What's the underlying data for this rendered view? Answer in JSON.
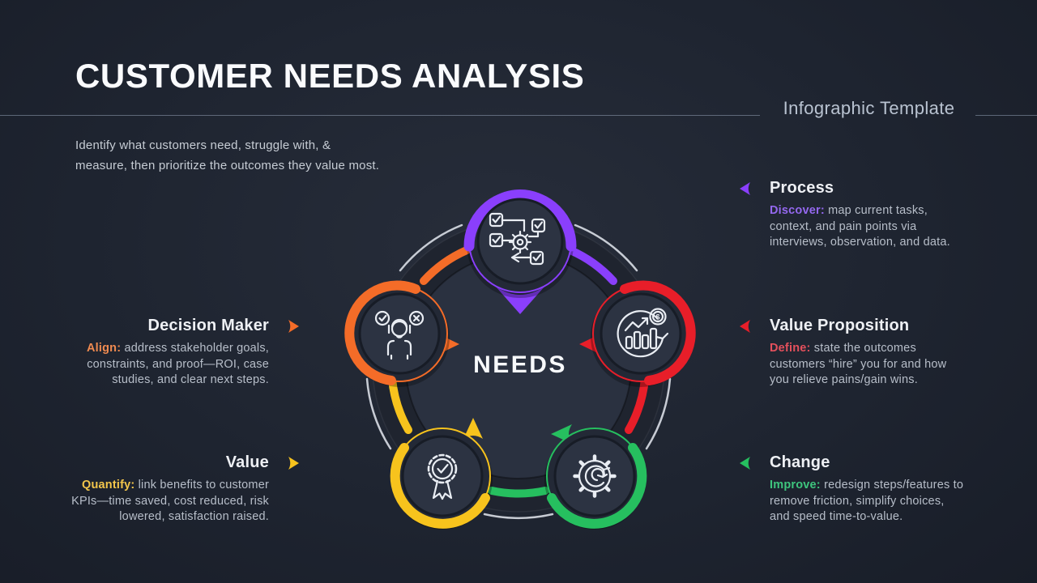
{
  "header": {
    "title": "CUSTOMER NEEDS ANALYSIS",
    "tagline": "Infographic Template",
    "intro": {
      "line1": "Identify what customers need, struggle with, &",
      "line2": "measure, then prioritize the outcomes they value most."
    }
  },
  "sections": [
    {
      "id": "process",
      "title": "Process",
      "keyword": "Discover:",
      "desc": "map current tasks, context, and pain points via interviews, observation, and data.",
      "color": "#8a3ffc",
      "side": "right",
      "arrow_icon": "arrow-left-icon"
    },
    {
      "id": "value-proposition",
      "title": "Value Proposition",
      "keyword": "Define:",
      "desc": "state the outcomes customers “hire” you for and how you relieve pains/gain wins.",
      "color": "#e81e29",
      "side": "right",
      "arrow_icon": "arrow-left-icon"
    },
    {
      "id": "change",
      "title": "Change",
      "keyword": "Improve:",
      "desc": "redesign steps/features to remove friction, simplify choices, and speed time-to-value.",
      "color": "#26bf5f",
      "side": "right",
      "arrow_icon": "arrow-left-icon"
    },
    {
      "id": "decision-maker",
      "title": "Decision Maker",
      "keyword": "Align:",
      "desc": "address stakeholder goals, constraints, and proof—ROI, case studies, and clear next steps.",
      "color": "#f46c28",
      "side": "left",
      "arrow_icon": "arrow-right-icon"
    },
    {
      "id": "value",
      "title": "Value",
      "keyword": "Quantify:",
      "desc": "link benefits to customer KPIs—time saved, cost reduced, risk lowered, satisfaction raised.",
      "color": "#f7c31d",
      "side": "left",
      "arrow_icon": "arrow-right-icon"
    }
  ],
  "diagram": {
    "center_label": "NEEDS",
    "currency_symbol": "$",
    "nodes": [
      {
        "id": "process",
        "icon": "process-flow-icon",
        "color": "#8a3ffc",
        "position": "top"
      },
      {
        "id": "value-proposition",
        "icon": "money-growth-icon",
        "color": "#e81e29",
        "position": "right"
      },
      {
        "id": "change",
        "icon": "change-gear-icon",
        "color": "#26bf5f",
        "position": "bottom-right"
      },
      {
        "id": "value",
        "icon": "medal-check-icon",
        "color": "#f7c31d",
        "position": "bottom-left"
      },
      {
        "id": "decision-maker",
        "icon": "decision-person-icon",
        "color": "#f46c28",
        "position": "left"
      }
    ]
  },
  "colors": {
    "background": "#1b202b",
    "purple": "#8a3ffc",
    "red": "#e81e29",
    "green": "#26bf5f",
    "yellow": "#f7c31d",
    "orange": "#f46c28",
    "text_primary": "#eef0f4",
    "text_secondary": "#b7bec9"
  }
}
